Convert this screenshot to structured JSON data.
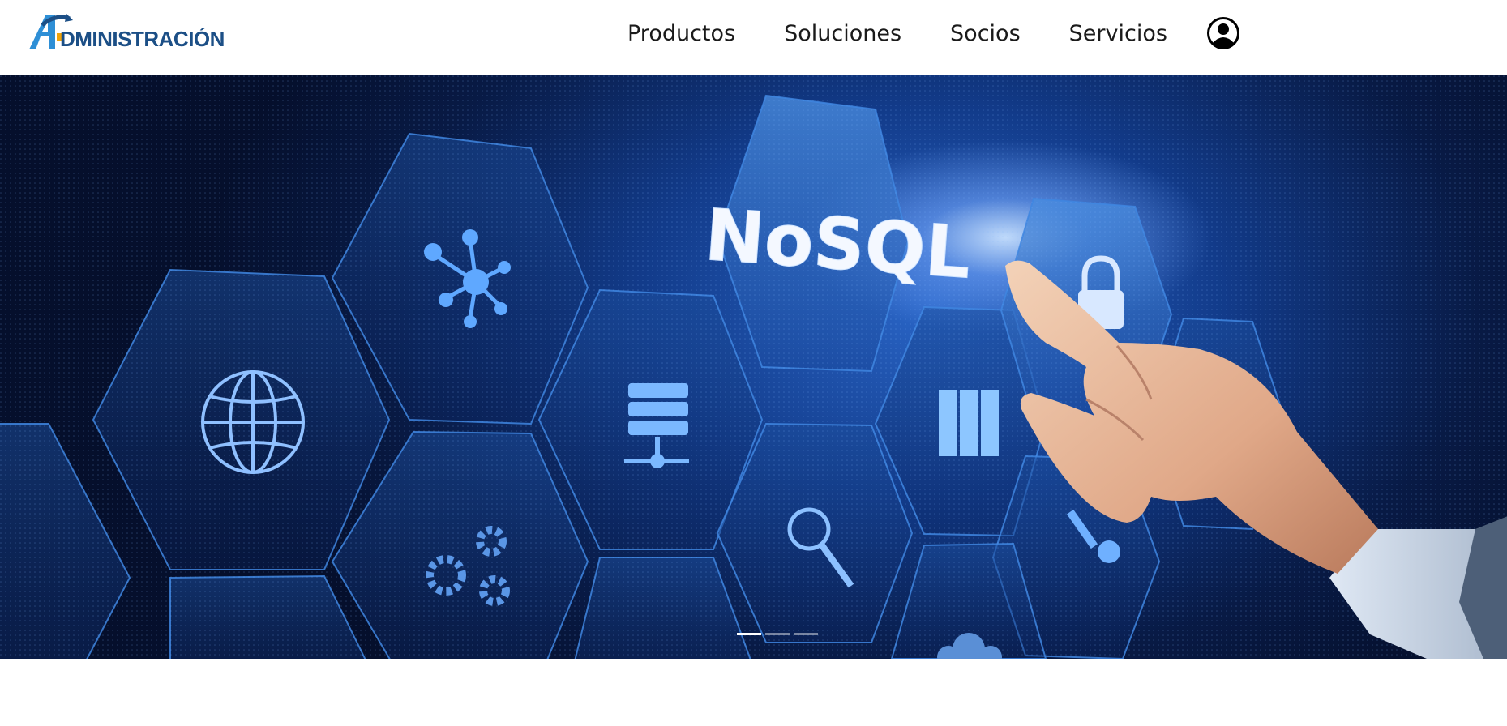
{
  "brand": {
    "logo_text": "DMINISTRACIÓN",
    "logo_letter": "A",
    "colors": {
      "primary": "#1c4f86",
      "accent": "#f0a30a",
      "light": "#2e8fd6"
    }
  },
  "nav": {
    "items": [
      {
        "label": "Productos"
      },
      {
        "label": "Soluciones"
      },
      {
        "label": "Socios"
      },
      {
        "label": "Servicios"
      }
    ],
    "account_icon": "user-circle-icon"
  },
  "hero": {
    "headline": "NoSQL",
    "icons": [
      "network-icon",
      "globe-icon",
      "database-server-icon",
      "nosql-hexagon",
      "server-racks-icon",
      "lock-icon",
      "magnifier-icon",
      "gears-icon",
      "key-icon",
      "cloud-icon"
    ],
    "carousel": {
      "slides": 3,
      "active": 1
    }
  }
}
